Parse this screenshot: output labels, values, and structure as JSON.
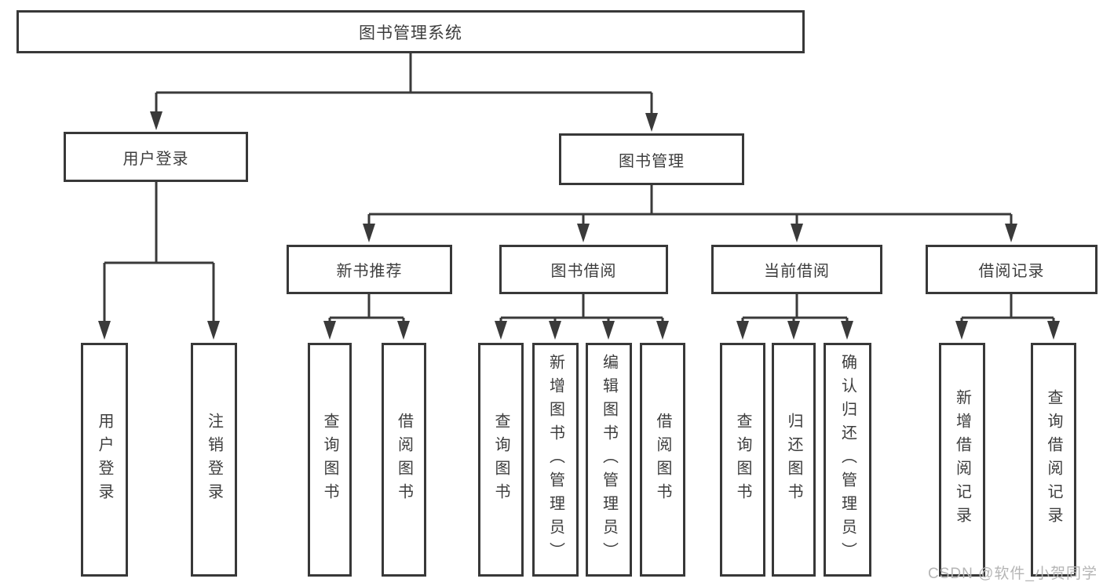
{
  "diagram_title": "图书管理系统",
  "nodes": {
    "root": "图书管理系统",
    "login": "用户登录",
    "books": "图书管理",
    "login_children": [
      "用户登录",
      "注销登录"
    ],
    "recommend": "新书推荐",
    "borrow": "图书借阅",
    "current": "当前借阅",
    "records": "借阅记录",
    "recommend_children": [
      "查询图书",
      "借阅图书"
    ],
    "borrow_children": [
      "查询图书",
      "新增图书（管理员）",
      "编辑图书（管理员）",
      "借阅图书"
    ],
    "current_children": [
      "查询图书",
      "归还图书",
      "确认归还（管理员）"
    ],
    "records_children": [
      "新增借阅记录",
      "查询借阅记录"
    ]
  },
  "watermark": "CSDN @软件_小贺同学",
  "colors": {
    "line": "#3a3a3a",
    "border": "#383838",
    "text": "#3d3d3d",
    "watermark": "#b5b5b5",
    "background": "#ffffff"
  }
}
